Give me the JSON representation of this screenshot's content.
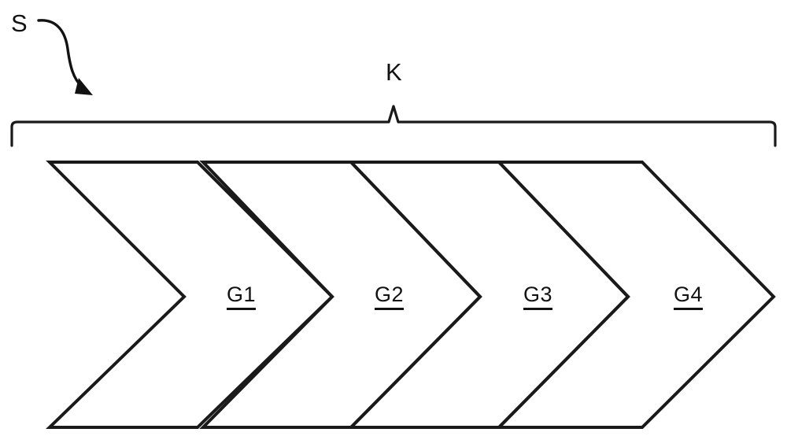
{
  "figure": {
    "type": "patent-line-diagram",
    "background_color": "#ffffff",
    "line_color": "#1a1a1a",
    "text_color": "#121212"
  },
  "annotations": {
    "system_label": "S",
    "chain_label": "K"
  },
  "chevrons": [
    {
      "label": "G1"
    },
    {
      "label": "G2"
    },
    {
      "label": "G3"
    },
    {
      "label": "G4"
    }
  ]
}
